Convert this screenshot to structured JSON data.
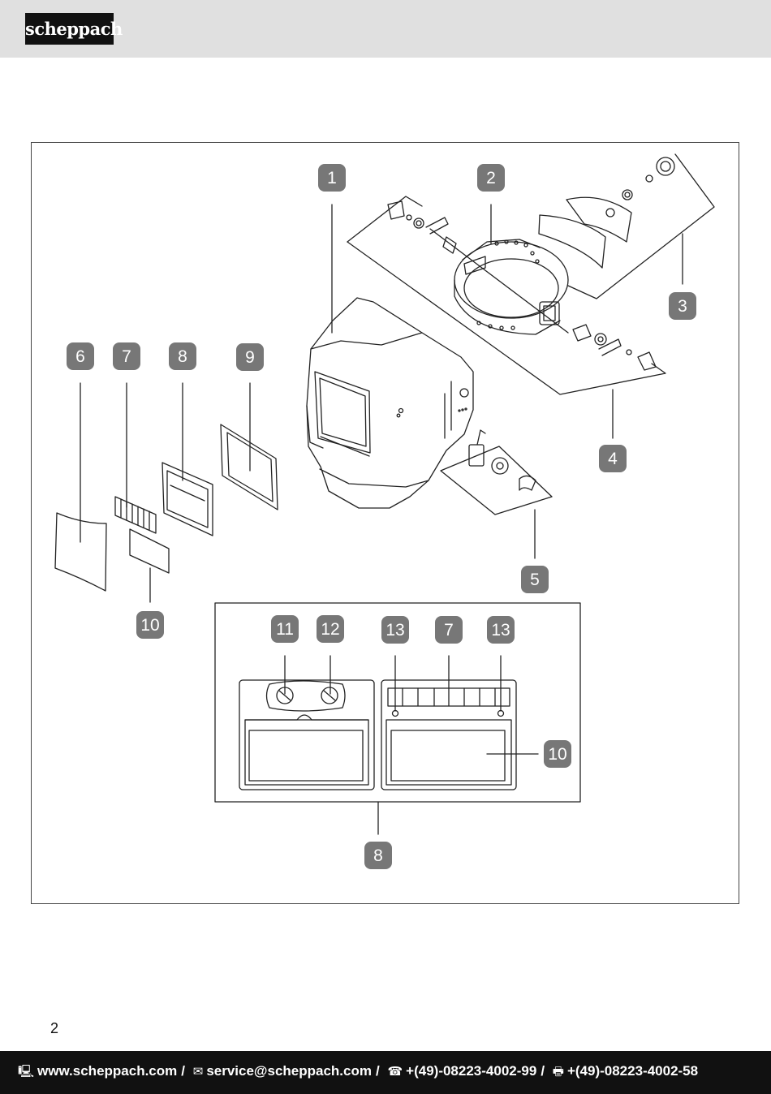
{
  "header": {
    "brand": "scheppach"
  },
  "diagram": {
    "callouts": [
      {
        "id": "c1",
        "label": "1"
      },
      {
        "id": "c2",
        "label": "2"
      },
      {
        "id": "c3",
        "label": "3"
      },
      {
        "id": "c4",
        "label": "4"
      },
      {
        "id": "c5",
        "label": "5"
      },
      {
        "id": "c6",
        "label": "6"
      },
      {
        "id": "c7",
        "label": "7"
      },
      {
        "id": "c8",
        "label": "8"
      },
      {
        "id": "c9",
        "label": "9"
      },
      {
        "id": "c10",
        "label": "10"
      },
      {
        "id": "c11",
        "label": "11"
      },
      {
        "id": "c12",
        "label": "12"
      },
      {
        "id": "c13a",
        "label": "13"
      },
      {
        "id": "c7b",
        "label": "7"
      },
      {
        "id": "c13b",
        "label": "13"
      },
      {
        "id": "c10b",
        "label": "10"
      },
      {
        "id": "c8b",
        "label": "8"
      }
    ]
  },
  "page": {
    "number": "2"
  },
  "footer": {
    "website": "www.scheppach.com",
    "email": "service@scheppach.com",
    "phone": "+(49)-08223-4002-99",
    "fax": "+(49)-08223-4002-58",
    "separator": "/",
    "icons": [
      "computer-icon",
      "mail-icon",
      "phone-icon",
      "fax-icon"
    ]
  }
}
